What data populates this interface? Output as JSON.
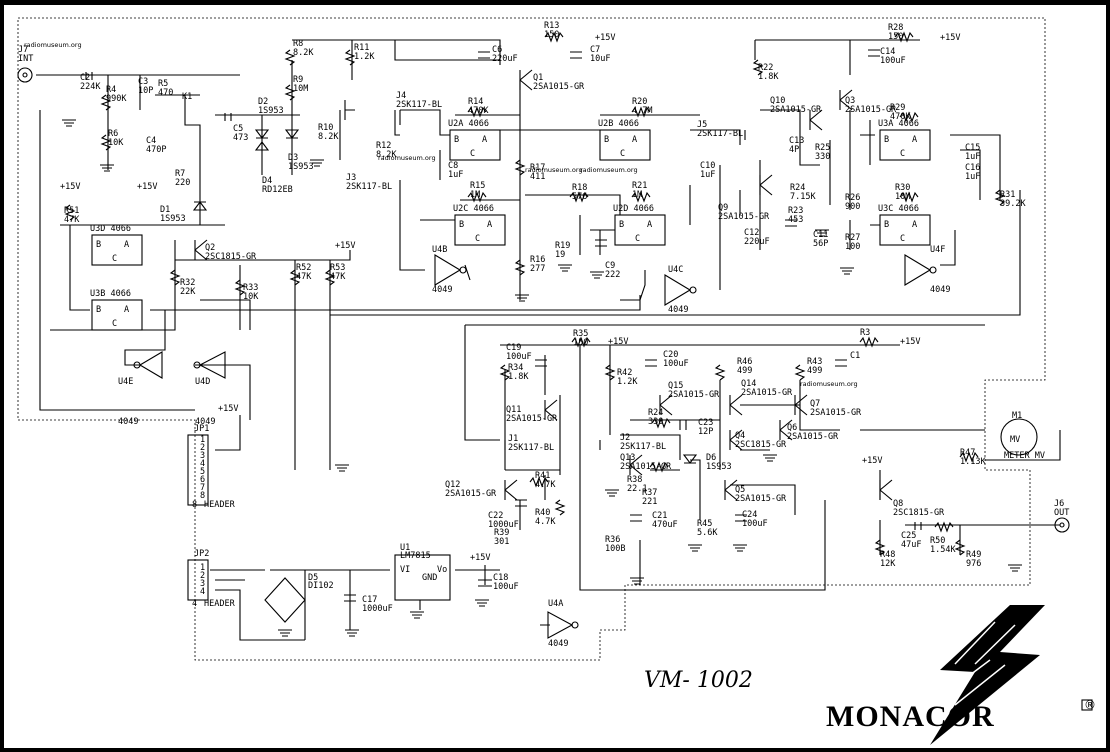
{
  "model": "VM- 1002",
  "brand": "MONACOR",
  "watermarks": [
    "radiomuseum.org",
    "radiomuseum.org",
    "radiomuseum.org",
    "radiomuseum.org",
    "radiomuseum.org"
  ],
  "connectors": {
    "input": [
      "J7",
      "INT"
    ],
    "output": [
      "J6",
      "OUT"
    ],
    "jp1": [
      "JP1",
      "HEADER",
      "1",
      "2",
      "3",
      "4",
      "5",
      "6",
      "7",
      "8",
      "8"
    ],
    "jp2": [
      "JP2",
      "HEADER",
      "1",
      "2",
      "3",
      "4",
      "4"
    ]
  },
  "meter": {
    "ref": "M1",
    "symbol": "MV",
    "label": "METER MV"
  },
  "regulator": {
    "ref": "U1",
    "part": "LM7815",
    "vi": "VI",
    "vo": "Vo",
    "gnd": "GND"
  },
  "bridge": {
    "ref": "D5",
    "part": "DI102"
  },
  "switch": "K1",
  "supply": "+15V",
  "gates": [
    {
      "ref": "U2A",
      "part": "4066"
    },
    {
      "ref": "U2B",
      "part": "4066"
    },
    {
      "ref": "U2C",
      "part": "4066"
    },
    {
      "ref": "U2D",
      "part": "4066"
    },
    {
      "ref": "U3A",
      "part": "4066"
    },
    {
      "ref": "U3C",
      "part": "4066"
    },
    {
      "ref": "U3D",
      "part": "4066"
    },
    {
      "ref": "U3B",
      "part": "4066"
    }
  ],
  "inverters": [
    {
      "ref": "U4B",
      "part": "4049"
    },
    {
      "ref": "U4C",
      "part": "4049"
    },
    {
      "ref": "U4F",
      "part": "4049"
    },
    {
      "ref": "U4E",
      "part": "4049"
    },
    {
      "ref": "U4D",
      "part": "4049"
    },
    {
      "ref": "U4A",
      "part": "4049"
    }
  ],
  "parts": [
    {
      "ref": "C2",
      "val": "224K"
    },
    {
      "ref": "R4",
      "val": "990K"
    },
    {
      "ref": "C3",
      "val": "10P"
    },
    {
      "ref": "R5",
      "val": "470"
    },
    {
      "ref": "R6",
      "val": "10K"
    },
    {
      "ref": "C4",
      "val": "470P"
    },
    {
      "ref": "R7",
      "val": "220"
    },
    {
      "ref": "D1",
      "val": "1S953"
    },
    {
      "ref": "R51",
      "val": "47K"
    },
    {
      "ref": "R8",
      "val": "8.2K"
    },
    {
      "ref": "R9",
      "val": "10M"
    },
    {
      "ref": "R10",
      "val": "8.2K"
    },
    {
      "ref": "R11",
      "val": "1.2K"
    },
    {
      "ref": "C5",
      "val": "473"
    },
    {
      "ref": "D2",
      "val": "1S953"
    },
    {
      "ref": "D3",
      "val": "1S953"
    },
    {
      "ref": "D4",
      "val": "RD12EB"
    },
    {
      "ref": "J4",
      "val": "2SK117-BL"
    },
    {
      "ref": "J3",
      "val": "2SK117-BL"
    },
    {
      "ref": "R12",
      "val": "8.2K"
    },
    {
      "ref": "R13",
      "val": "150"
    },
    {
      "ref": "C6",
      "val": "220uF"
    },
    {
      "ref": "C7",
      "val": "10uF"
    },
    {
      "ref": "Q1",
      "val": "2SA1015-GR"
    },
    {
      "ref": "R14",
      "val": "470K"
    },
    {
      "ref": "C8",
      "val": "1uF"
    },
    {
      "ref": "R17",
      "val": "411"
    },
    {
      "ref": "R15",
      "val": "1M"
    },
    {
      "ref": "R16",
      "val": "277"
    },
    {
      "ref": "R18",
      "val": "576"
    },
    {
      "ref": "R20",
      "val": "4.7M"
    },
    {
      "ref": "R21",
      "val": "1M"
    },
    {
      "ref": "C10",
      "val": "1uF"
    },
    {
      "ref": "R19",
      "val": "19"
    },
    {
      "ref": "C9",
      "val": "222"
    },
    {
      "ref": "J5",
      "val": "2SK117-BL"
    },
    {
      "ref": "R22",
      "val": "1.8K"
    },
    {
      "ref": "R28",
      "val": "150"
    },
    {
      "ref": "C14",
      "val": "100uF"
    },
    {
      "ref": "Q10",
      "val": "2SA1015-GR"
    },
    {
      "ref": "Q3",
      "val": "2SA1015-GR"
    },
    {
      "ref": "R29",
      "val": "470K"
    },
    {
      "ref": "C13",
      "val": "4P"
    },
    {
      "ref": "R25",
      "val": "330"
    },
    {
      "ref": "R24",
      "val": "7.15K"
    },
    {
      "ref": "Q9",
      "val": "2SA1015-GR"
    },
    {
      "ref": "R23",
      "val": "453"
    },
    {
      "ref": "C12",
      "val": "220uF"
    },
    {
      "ref": "C11",
      "val": "56P"
    },
    {
      "ref": "R26",
      "val": "900"
    },
    {
      "ref": "R27",
      "val": "100"
    },
    {
      "ref": "C15",
      "val": "1uF"
    },
    {
      "ref": "C16",
      "val": "1uF"
    },
    {
      "ref": "R30",
      "val": "10M"
    },
    {
      "ref": "R31",
      "val": "39.2K"
    },
    {
      "ref": "Q2",
      "val": "2SC1815-GR"
    },
    {
      "ref": "R32",
      "val": "22K"
    },
    {
      "ref": "R33",
      "val": "10K"
    },
    {
      "ref": "R52",
      "val": "47K"
    },
    {
      "ref": "R53",
      "val": "47K"
    },
    {
      "ref": "R35",
      "val": "150"
    },
    {
      "ref": "C19",
      "val": "100uF"
    },
    {
      "ref": "C20",
      "val": "100uF"
    },
    {
      "ref": "R3",
      "val": ""
    },
    {
      "ref": "C1",
      "val": ""
    },
    {
      "ref": "R34",
      "val": "1.8K"
    },
    {
      "ref": "Q11",
      "val": "2SA1015-GR"
    },
    {
      "ref": "J1",
      "val": "2SK117-BL"
    },
    {
      "ref": "Q12",
      "val": "2SA1015-GR"
    },
    {
      "ref": "R41",
      "val": "4.7K"
    },
    {
      "ref": "R40",
      "val": "4.7K"
    },
    {
      "ref": "C22",
      "val": "1000uF"
    },
    {
      "ref": "R39",
      "val": "301"
    },
    {
      "ref": "R42",
      "val": "1.2K"
    },
    {
      "ref": "Q15",
      "val": "2SA1015-GR"
    },
    {
      "ref": "R24",
      "val": "330"
    },
    {
      "ref": "C23",
      "val": "12P"
    },
    {
      "ref": "J2",
      "val": "2SK117-BL"
    },
    {
      "ref": "Q13",
      "val": "2SA1015-GR"
    },
    {
      "ref": "D6",
      "val": "1S953"
    },
    {
      "ref": "R38",
      "val": "22.1"
    },
    {
      "ref": "R37",
      "val": "221"
    },
    {
      "ref": "C21",
      "val": "470uF"
    },
    {
      "ref": "R36",
      "val": "100B"
    },
    {
      "ref": "R46",
      "val": "499"
    },
    {
      "ref": "R43",
      "val": "499"
    },
    {
      "ref": "Q14",
      "val": "2SA1015-GR"
    },
    {
      "ref": "Q7",
      "val": "2SA1015-GR"
    },
    {
      "ref": "Q4",
      "val": "2SC1815-GR"
    },
    {
      "ref": "Q6",
      "val": "2SA1015-GR"
    },
    {
      "ref": "Q5",
      "val": "2SA1015-GR"
    },
    {
      "ref": "R45",
      "val": "5.6K"
    },
    {
      "ref": "C24",
      "val": "100uF"
    },
    {
      "ref": "R47",
      "val": "1.13K"
    },
    {
      "ref": "Q8",
      "val": "2SC1815-GR"
    },
    {
      "ref": "C25",
      "val": "47uF"
    },
    {
      "ref": "R50",
      "val": "1.54K"
    },
    {
      "ref": "R48",
      "val": "12K"
    },
    {
      "ref": "R49",
      "val": "976"
    },
    {
      "ref": "C17",
      "val": "1000uF"
    },
    {
      "ref": "C18",
      "val": "100uF"
    }
  ]
}
